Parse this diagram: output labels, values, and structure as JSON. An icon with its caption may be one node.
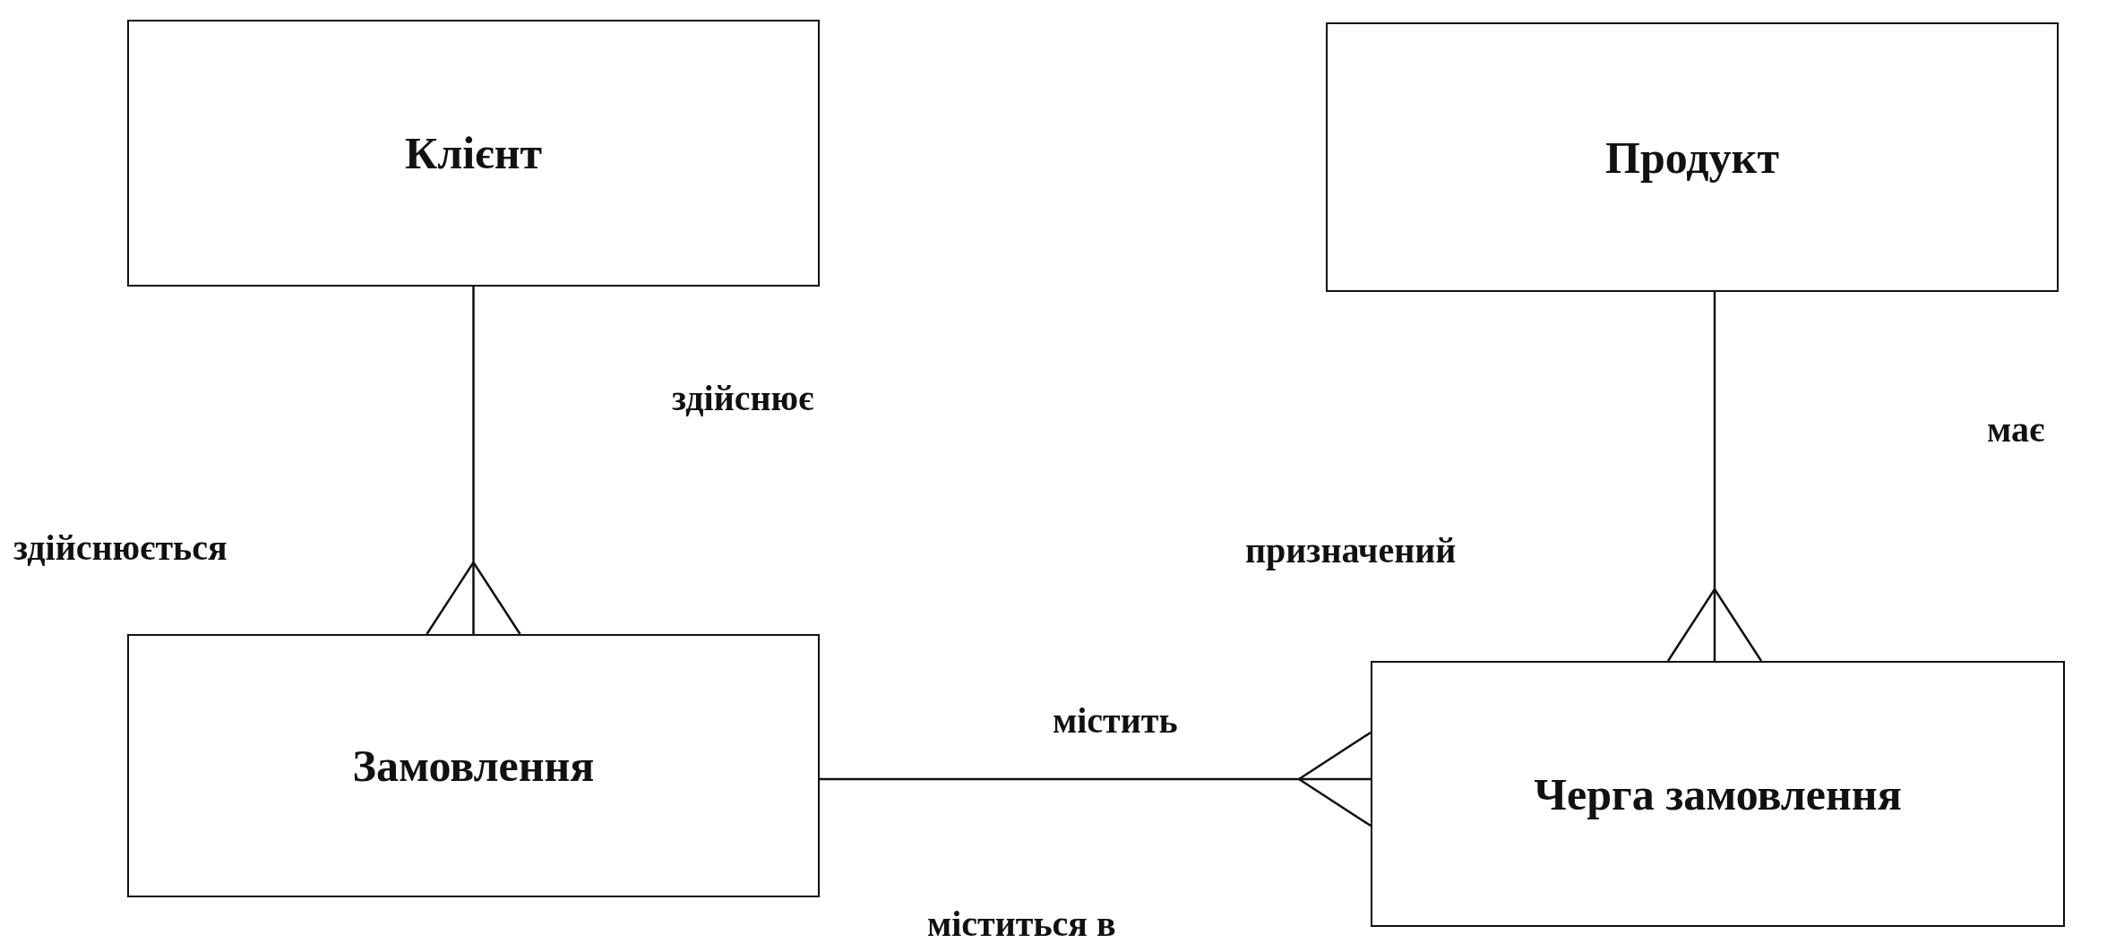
{
  "diagram": {
    "nodes": [
      {
        "text": [
          "Клієнт"
        ]
      },
      {
        "text": [
          "Продукт"
        ]
      },
      {
        "text": [
          "Замовлення"
        ]
      },
      {
        "text": [
          "Черга замовлення"
        ]
      }
    ],
    "edges": [
      {
        "from": 0,
        "to": 2,
        "arrow": "other"
      },
      {
        "from": 1,
        "to": 3,
        "arrow": "other"
      },
      {
        "from": 2,
        "to": 3,
        "arrow": "other"
      }
    ],
    "labels": [
      "здійснює",
      "має",
      "здійснюється",
      "призначений",
      "містить",
      "міститься в"
    ]
  }
}
